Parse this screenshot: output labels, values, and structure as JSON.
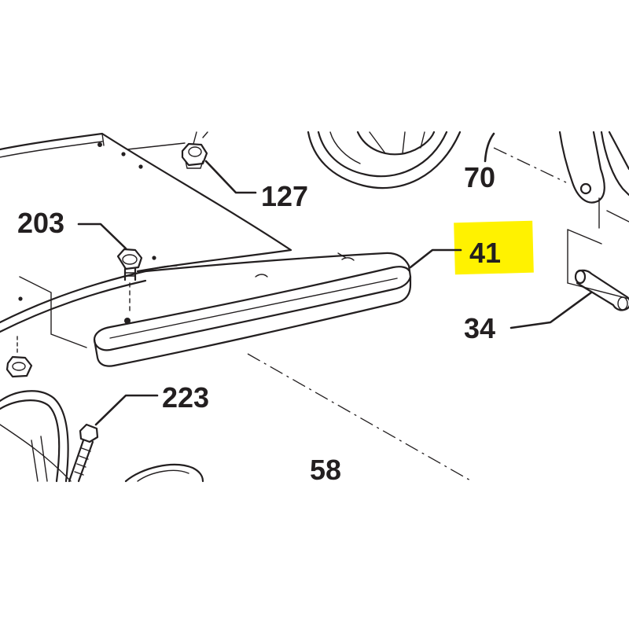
{
  "diagram": {
    "highlight_color": "#fff200",
    "line_color": "#231f20",
    "parts": [
      {
        "key": "p127",
        "label": "127"
      },
      {
        "key": "p203",
        "label": "203"
      },
      {
        "key": "p70",
        "label": "70"
      },
      {
        "key": "p41",
        "label": "41",
        "highlighted": true
      },
      {
        "key": "p34",
        "label": "34"
      },
      {
        "key": "p223",
        "label": "223"
      },
      {
        "key": "p58",
        "label": "58"
      }
    ]
  }
}
